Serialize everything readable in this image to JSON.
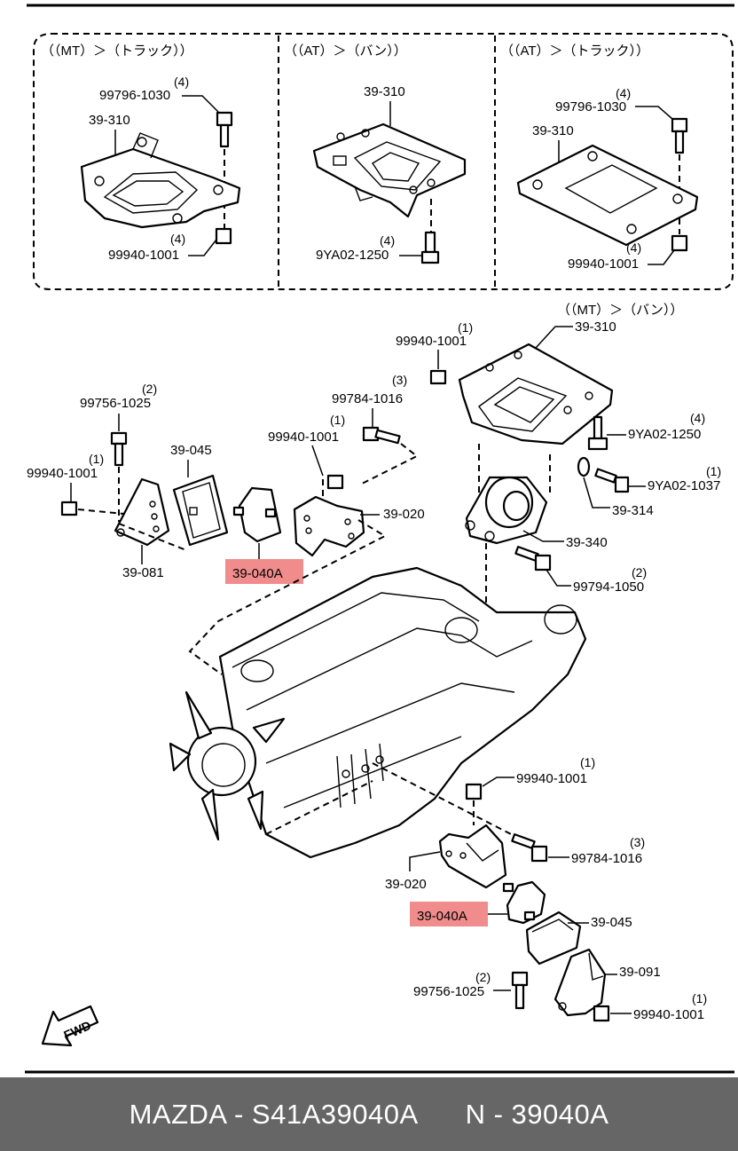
{
  "panels": {
    "mt_truck": "（（MT）＞（トラック））",
    "at_van": "（（AT）＞（バン））",
    "at_truck": "（（AT）＞（トラック））",
    "mt_van": "（（MT）＞（バン））"
  },
  "labels": {
    "p1_bolt": "99796-1030",
    "p1_bolt_qty": "(4)",
    "p1_plate": "39-310",
    "p1_nut": "99940-1001",
    "p1_nut_qty": "(4)",
    "p2_plate": "39-310",
    "p2_bolt": "9YA02-1250",
    "p2_bolt_qty": "(4)",
    "p3_bolt": "99796-1030",
    "p3_bolt_qty": "(4)",
    "p3_plate": "39-310",
    "p3_nut": "99940-1001",
    "p3_nut_qty": "(4)",
    "m_plate": "39-310",
    "m_nut_top": "99940-1001",
    "m_nut_top_qty": "(1)",
    "m_bolt_1016": "99784-1016",
    "m_bolt_1016_qty": "(3)",
    "m_bolt_1025": "99756-1025",
    "m_bolt_1025_qty": "(2)",
    "m_nut_left": "99940-1001",
    "m_nut_left_qty": "(1)",
    "m_bracket_left": "39-081",
    "m_insul": "39-045",
    "m_nut_mid": "99940-1001",
    "m_nut_mid_qty": "(1)",
    "m_mount_hl": "39-040A",
    "m_bracket": "39-020",
    "m_bolt_1250": "9YA02-1250",
    "m_bolt_1250_qty": "(4)",
    "m_bolt_1037": "9YA02-1037",
    "m_bolt_1037_qty": "(1)",
    "m_washer": "39-314",
    "m_rmount": "39-340",
    "m_bolt_1050": "99794-1050",
    "m_bolt_1050_qty": "(2)",
    "b_nut_top": "99940-1001",
    "b_nut_top_qty": "(1)",
    "b_bolt_1016": "99784-1016",
    "b_bolt_1016_qty": "(3)",
    "b_bracket": "39-020",
    "b_mount_hl": "39-040A",
    "b_insul": "39-045",
    "b_bracket_right": "39-091",
    "b_bolt_1025": "99756-1025",
    "b_bolt_1025_qty": "(2)",
    "b_nut": "99940-1001",
    "b_nut_qty": "(1)",
    "fwd": "FWD"
  },
  "highlight_color": "#f08c8c",
  "footer": {
    "text": "MAZDA - S41A39040A      N - 39040A",
    "bg_color": "#666666"
  }
}
